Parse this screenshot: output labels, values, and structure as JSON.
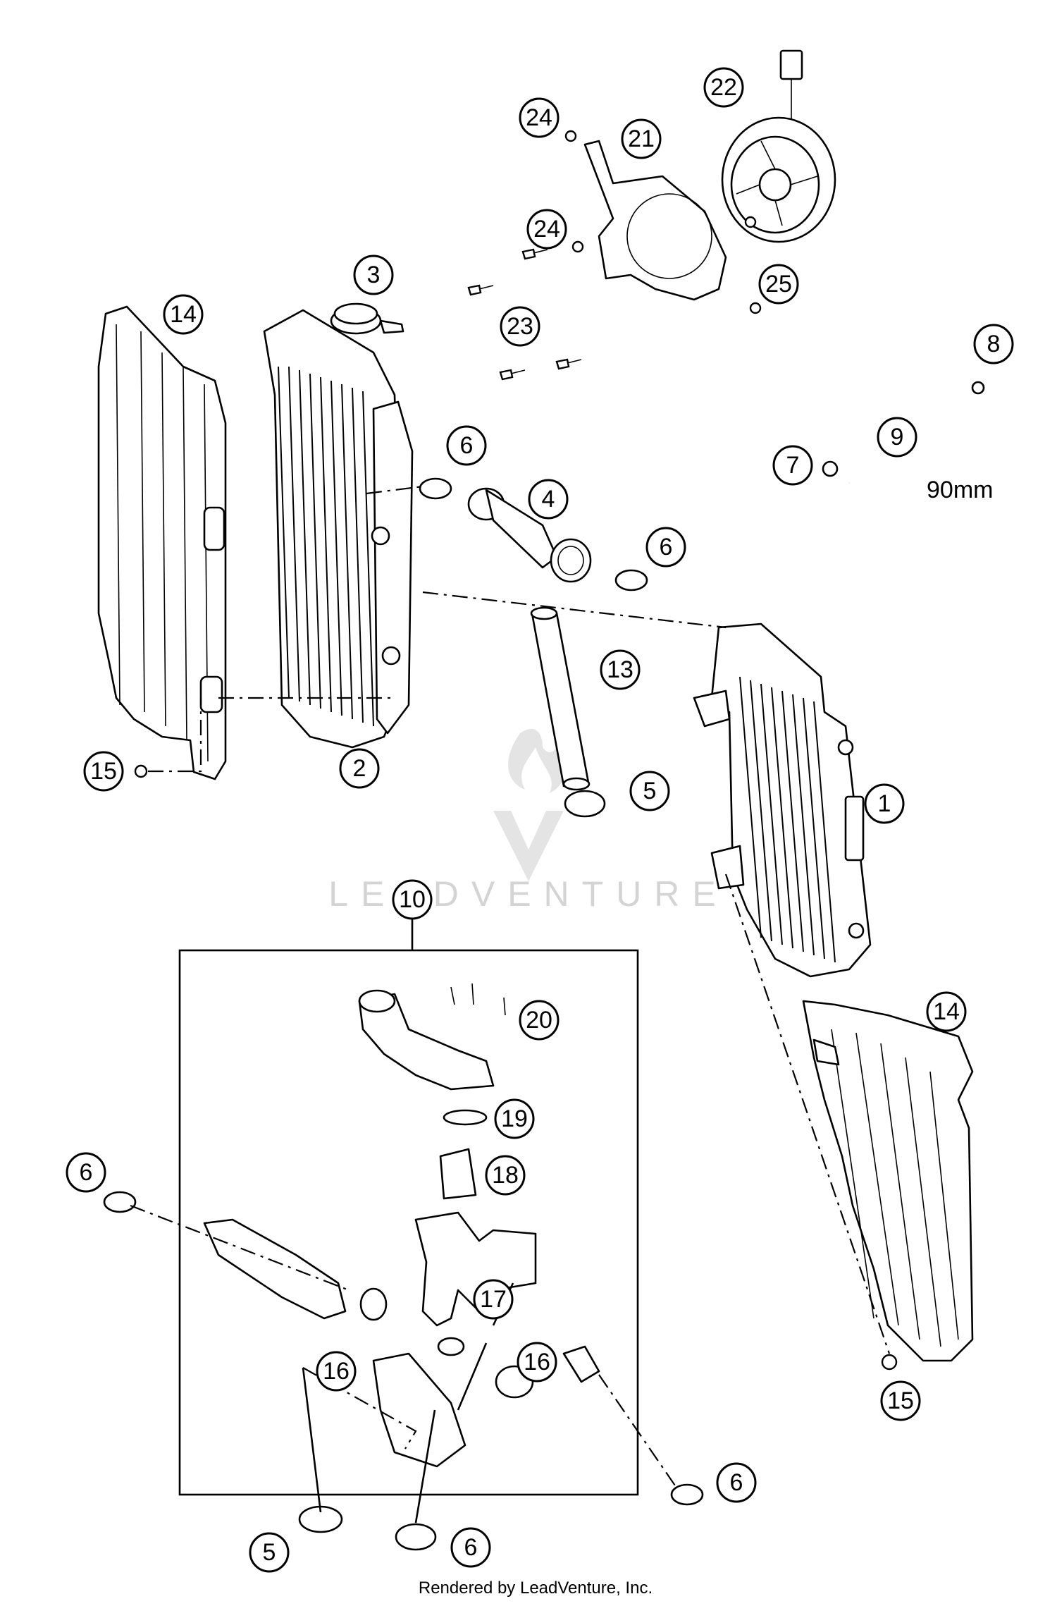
{
  "callouts": {
    "c1": "1",
    "c2": "2",
    "c3": "3",
    "c4": "4",
    "c5a": "5",
    "c5b": "5",
    "c6a": "6",
    "c6b": "6",
    "c6c": "6",
    "c6d": "6",
    "c6e": "6",
    "c7": "7",
    "c8": "8",
    "c9": "9",
    "c10": "10",
    "c13": "13",
    "c14a": "14",
    "c14b": "14",
    "c15a": "15",
    "c15b": "15",
    "c16a": "16",
    "c16b": "16",
    "c17": "17",
    "c18": "18",
    "c19": "19",
    "c20": "20",
    "c21": "21",
    "c22": "22",
    "c23": "23",
    "c24a": "24",
    "c24b": "24",
    "c25": "25"
  },
  "dimension_label": "90mm",
  "watermark": "LEADVENTURE",
  "footer": "Rendered by LeadVenture, Inc."
}
